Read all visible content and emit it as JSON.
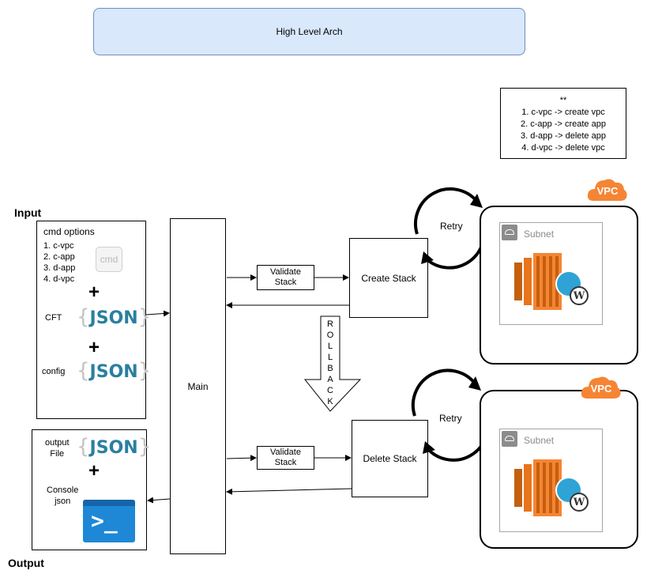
{
  "title": "High Level Arch",
  "legend": {
    "heading": "**",
    "lines": [
      "1. c-vpc -> create vpc",
      "2. c-app -> create app",
      "3. d-app -> delete app",
      "4. d-vpc -> delete vpc"
    ]
  },
  "input": {
    "label": "Input",
    "cmd_options": "cmd options",
    "options": [
      "1. c-vpc",
      "2. c-app",
      "3. d-app",
      "4. d-vpc"
    ],
    "cmd_icon_text": "cmd",
    "cft_label": "CFT",
    "config_label": "config",
    "json_text": "JSON",
    "plus": "+"
  },
  "output": {
    "label": "Output",
    "file_label_1": "output",
    "file_label_2": "File",
    "console_label_1": "Console",
    "console_label_2": "json"
  },
  "main_label": "Main",
  "create_flow": {
    "validate_1": "Validate",
    "validate_2": "Stack",
    "stack_label": "Create Stack",
    "retry": "Retry"
  },
  "delete_flow": {
    "validate_1": "Validate",
    "validate_2": "Stack",
    "stack_label": "Delete Stack",
    "retry": "Retry"
  },
  "rollback": [
    "R",
    "O",
    "L",
    "L",
    "B",
    "A",
    "C",
    "K"
  ],
  "vpc_label": "VPC",
  "subnet_label": "Subnet",
  "colors": {
    "title_fill": "#dae8fc",
    "title_border": "#6c8ebf",
    "aws_orange": "#f58534",
    "ec2_orange": "#e8741c",
    "console_blue": "#1e88d6"
  }
}
